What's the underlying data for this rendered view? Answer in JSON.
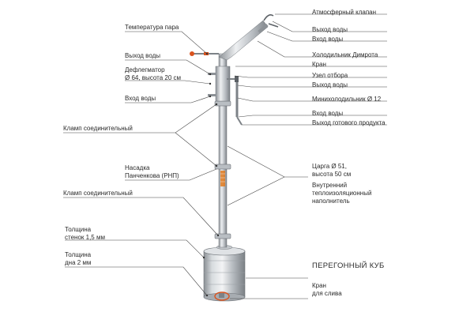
{
  "labels": {
    "atm_valve": "Атмосферный клапан",
    "water_out_1": "Выход воды",
    "water_in_1": "Вход воды",
    "dimroth_cooler": "Холодильник Димрота",
    "tap": "Кран",
    "takeoff_unit": "Узел отбора",
    "water_out_2": "Выход воды",
    "mini_cooler": "Минихолодильник Ø 12",
    "water_in_2": "Вход воды",
    "product_out": "Выход готового продукта",
    "column_1": "Царга Ø 51,",
    "column_2": "высота 50 см",
    "insul_1": "Внутренний",
    "insul_2": "теплоизоляционный",
    "insul_3": "наполнитель",
    "still": "ПЕРЕГОННЫЙ КУБ",
    "drain_1": "Кран",
    "drain_2": "для слива",
    "vapor_temp": "Температура пара",
    "water_out_3": "Выход воды",
    "dephleg_1": "Дефлегматор",
    "dephleg_2": "Ø 64, высота 20 см",
    "water_in_3": "Вход воды",
    "clamp_1": "Кламп соединительный",
    "packing_1": "Насадка",
    "packing_2": "Панченкова (РНП)",
    "clamp_2": "Кламп соединительный",
    "wall_1": "Толщина",
    "wall_2": "стенок 1,5 мм",
    "bottom_1": "Толщина",
    "bottom_2": "дна 2 мм"
  },
  "colors": {
    "steel": "#c9cdd1",
    "steel_dark": "#8d9297",
    "packing": "#e07a1f",
    "thermo": "#d9531e"
  }
}
